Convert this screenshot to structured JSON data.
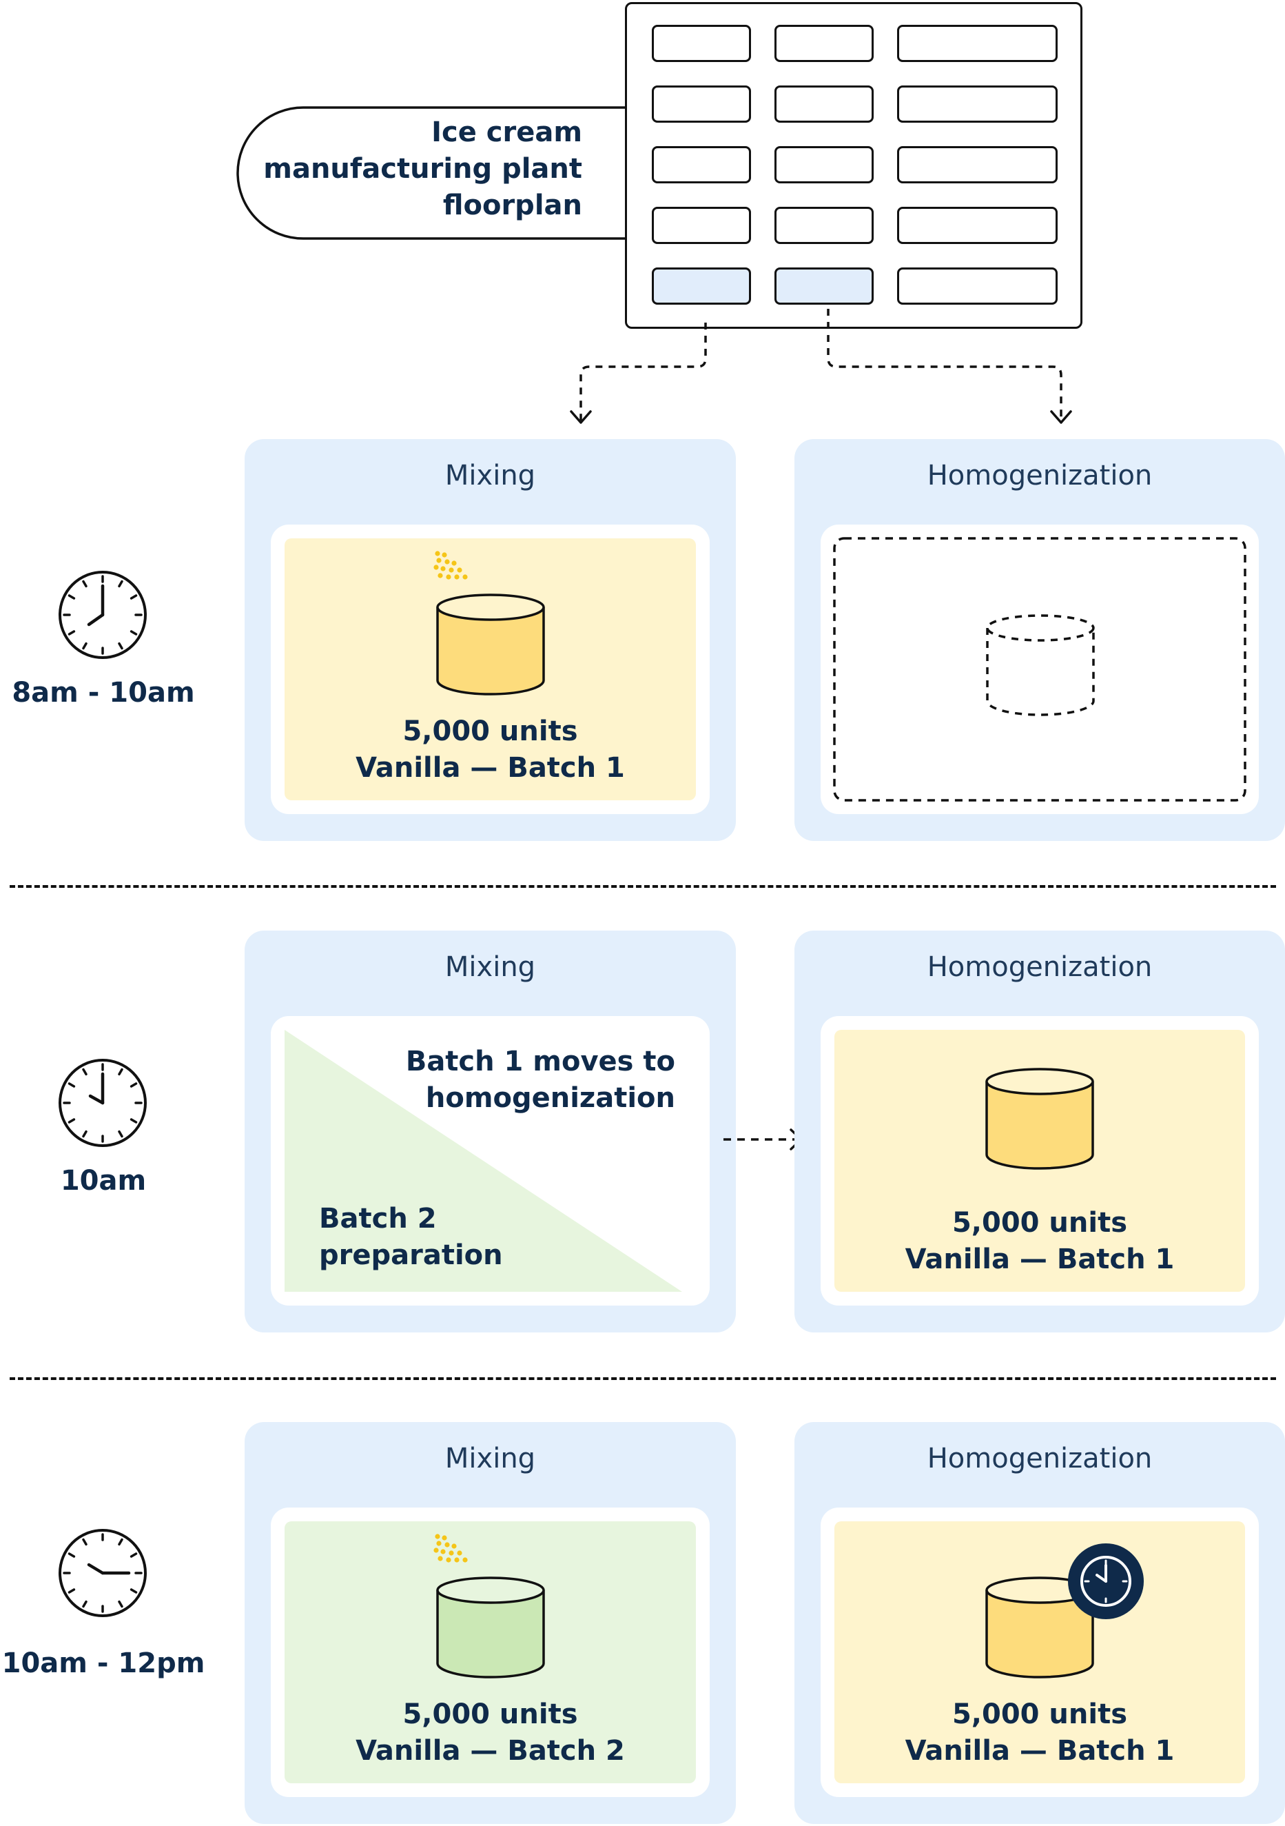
{
  "floorplan": {
    "title_lines": [
      "Ice cream",
      "manufacturing plant",
      "floorplan"
    ]
  },
  "rows": [
    {
      "time": "8am - 10am",
      "clock_icon": "clock-8-icon",
      "left": {
        "title": "Mixing",
        "lines": [
          "5,000 units",
          "Vanilla — Batch 1"
        ]
      },
      "right": {
        "title": "Homogenization",
        "state": "empty"
      }
    },
    {
      "time": "10am",
      "clock_icon": "clock-10-icon",
      "left": {
        "title": "Mixing",
        "top_lines": [
          "Batch 1 moves to",
          "homogenization"
        ],
        "bottom_lines": [
          "Batch 2",
          "preparation"
        ]
      },
      "right": {
        "title": "Homogenization",
        "lines": [
          "5,000 units",
          "Vanilla — Batch 1"
        ]
      }
    },
    {
      "time": "10am - 12pm",
      "clock_icon": "clock-10-icon",
      "left": {
        "title": "Mixing",
        "lines": [
          "5,000 units",
          "Vanilla — Batch 2"
        ]
      },
      "right": {
        "title": "Homogenization",
        "lines": [
          "5,000 units",
          "Vanilla — Batch 1"
        ]
      }
    }
  ],
  "colors": {
    "zone_bg": "#e3effc",
    "yellow_card": "#fef4cd",
    "green_card": "#e7f5de",
    "vat_yellow": "#fddc7c",
    "vat_green": "#cbe8b5",
    "sprinkles": "#f5c518",
    "navy": "#0f2a4a"
  }
}
